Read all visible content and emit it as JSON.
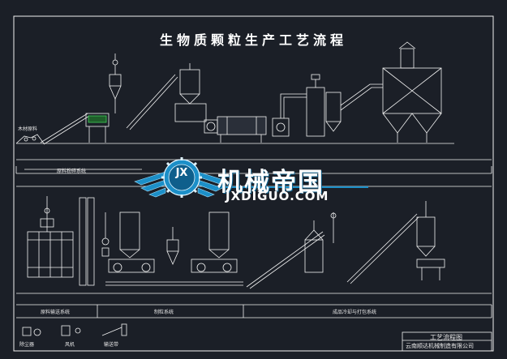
{
  "title": "生物质颗粒生产工艺流程",
  "watermark": {
    "brand": "机械帝国",
    "domain": "JXDIGUO.COM",
    "badge": "JX"
  },
  "sections": {
    "top_band": "原料粉碎系统",
    "raw_material": "木材原料",
    "bottom_band_1": "原料输送系统",
    "bottom_band_2": "制粒系统",
    "bottom_band_3": "成品冷却与打包系统"
  },
  "title_block": {
    "drawing_name": "工艺流程图",
    "company": "云南顺达机械制造有限公司"
  },
  "legend": {
    "item_1": "除尘器",
    "item_2": "风机",
    "item_3": "输送带"
  },
  "colors": {
    "background": "#1b1f27",
    "linework": "#ffffff",
    "watermark_blue": "#1c8fc8"
  }
}
